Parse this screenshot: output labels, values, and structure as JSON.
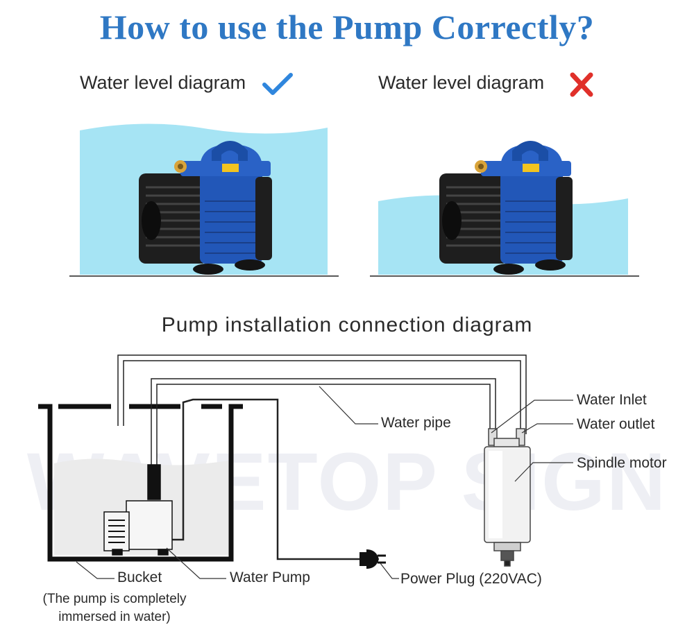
{
  "title": "How to use the Pump Correctly?",
  "panels": [
    {
      "label": "Water level diagram",
      "status_icon": "check-icon",
      "status_color": "#2f86dd"
    },
    {
      "label": "Water level diagram",
      "status_icon": "cross-icon",
      "status_color": "#e0302a"
    }
  ],
  "installation": {
    "title": "Pump installation connection diagram",
    "labels": {
      "water_pipe": "Water pipe",
      "water_inlet": "Water Inlet",
      "water_outlet": "Water outlet",
      "spindle_motor": "Spindle motor",
      "bucket": "Bucket",
      "bucket_note_1": "(The pump is completely",
      "bucket_note_2": "immersed in water)",
      "water_pump": "Water Pump",
      "power_plug": "Power Plug (220VAC)"
    },
    "watermark": "WAVETOP SIGN"
  },
  "colors": {
    "title": "#2f78c4",
    "water": "#a6e4f4",
    "pump_body": "#2257b8",
    "pump_black": "#1e1e1e"
  }
}
